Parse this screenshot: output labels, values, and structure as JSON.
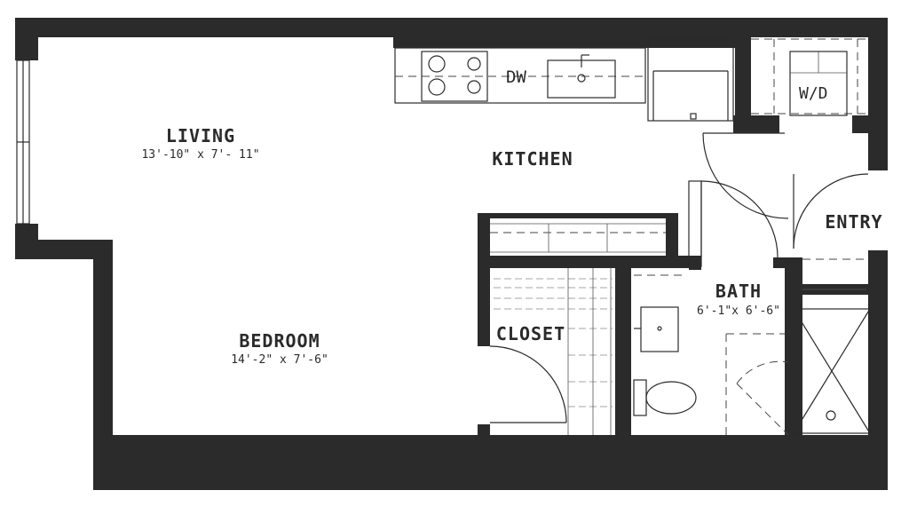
{
  "rooms": {
    "living": {
      "name": "LIVING",
      "dims": "13'-10\" x 7'- 11\""
    },
    "kitchen": {
      "name": "KITCHEN"
    },
    "bedroom": {
      "name": "BEDROOM",
      "dims": "14'-2\" x 7'-6\""
    },
    "closet": {
      "name": "CLOSET"
    },
    "bath": {
      "name": "BATH",
      "dims": "6'-1\"x 6'-6\""
    },
    "entry": {
      "name": "ENTRY"
    }
  },
  "appliances": {
    "dishwasher": "DW",
    "washer_dryer": "W/D"
  }
}
